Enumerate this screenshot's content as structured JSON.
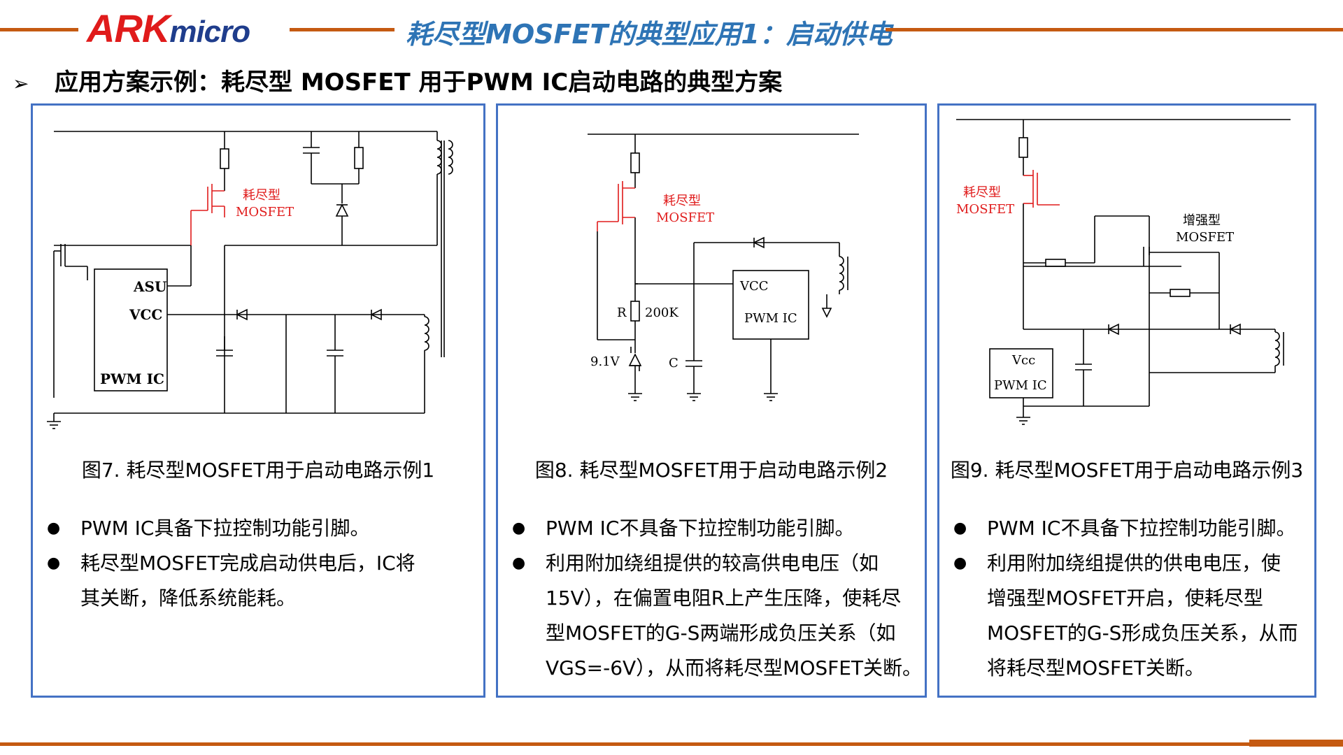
{
  "header": {
    "logo_main": "ARK",
    "logo_sub": "micro",
    "title": "耗尽型MOSFET的典型应用1：启动供电",
    "accent_color": "#c55a11",
    "title_color": "#2e74b5"
  },
  "subtitle": {
    "arrow": "➢",
    "text": "应用方案示例：耗尽型 MOSFET 用于PWM IC启动电路的典型方案"
  },
  "panels": [
    {
      "labels": {
        "mosfet1": "耗尽型",
        "mosfet2": "MOSFET",
        "asu": "ASU",
        "vcc": "VCC",
        "ic": "PWM IC"
      },
      "caption": "图7. 耗尽型MOSFET用于启动电路示例1",
      "bullets": [
        "PWM IC具备下拉控制功能引脚。",
        "耗尽型MOSFET完成启动供电后，IC将\n其关断，降低系统能耗。"
      ]
    },
    {
      "labels": {
        "mosfet1": "耗尽型",
        "mosfet2": "MOSFET",
        "r": "R",
        "r_val": "200K",
        "zener": "9.1V",
        "c": "C",
        "vcc": "VCC",
        "ic": "PWM IC"
      },
      "caption": "图8. 耗尽型MOSFET用于启动电路示例2",
      "bullets": [
        "PWM IC不具备下拉控制功能引脚。",
        "利用附加绕组提供的较高供电电压（如\n15V），在偏置电阻R上产生压降，使耗尽\n型MOSFET的G-S两端形成负压关系（如\nVGS=-6V），从而将耗尽型MOSFET关断。"
      ]
    },
    {
      "labels": {
        "mosfet1": "耗尽型",
        "mosfet2": "MOSFET",
        "enh1": "增强型",
        "enh2": "MOSFET",
        "vcc": "Vcc",
        "ic": "PWM IC"
      },
      "caption": "图9. 耗尽型MOSFET用于启动电路示例3",
      "bullets": [
        "PWM IC不具备下拉控制功能引脚。",
        "利用附加绕组提供的供电电压，使\n增强型MOSFET开启，使耗尽型\nMOSFET的G-S形成负压关系，从而\n将耗尽型MOSFET关断。"
      ]
    }
  ]
}
